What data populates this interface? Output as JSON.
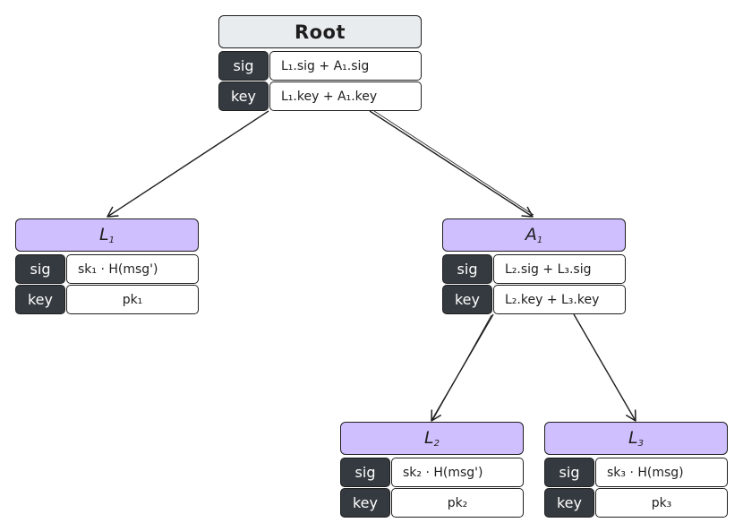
{
  "nodes": {
    "root": {
      "title": "Root",
      "sig_key": "sig",
      "sig_value": "L₁.sig + A₁.sig",
      "key_key": "key",
      "key_value": "L₁.key + A₁.key"
    },
    "l1": {
      "title_base": "L",
      "title_sub": "1",
      "sig_key": "sig",
      "sig_value": "sk₁ · H(msg')",
      "key_key": "key",
      "key_value": "pk₁"
    },
    "a1": {
      "title_base": "A",
      "title_sub": "1",
      "sig_key": "sig",
      "sig_value": "L₂.sig + L₃.sig",
      "key_key": "key",
      "key_value": "L₂.key + L₃.key"
    },
    "l2": {
      "title_base": "L",
      "title_sub": "2",
      "sig_key": "sig",
      "sig_value": "sk₂ · H(msg')",
      "key_key": "key",
      "key_value": "pk₂"
    },
    "l3": {
      "title_base": "L",
      "title_sub": "3",
      "sig_key": "sig",
      "sig_value": "sk₃ · H(msg)",
      "key_key": "key",
      "key_value": "pk₃"
    }
  },
  "edges": [
    {
      "from": "root",
      "to": "l1"
    },
    {
      "from": "root",
      "to": "a1"
    },
    {
      "from": "a1",
      "to": "l2"
    },
    {
      "from": "a1",
      "to": "l3"
    }
  ],
  "colors": {
    "stroke": "#1e1e1e",
    "root_header": "#e9ecef",
    "leaf_header": "#d0bfff",
    "key_cell": "#343a40",
    "value_cell": "#ffffff"
  }
}
